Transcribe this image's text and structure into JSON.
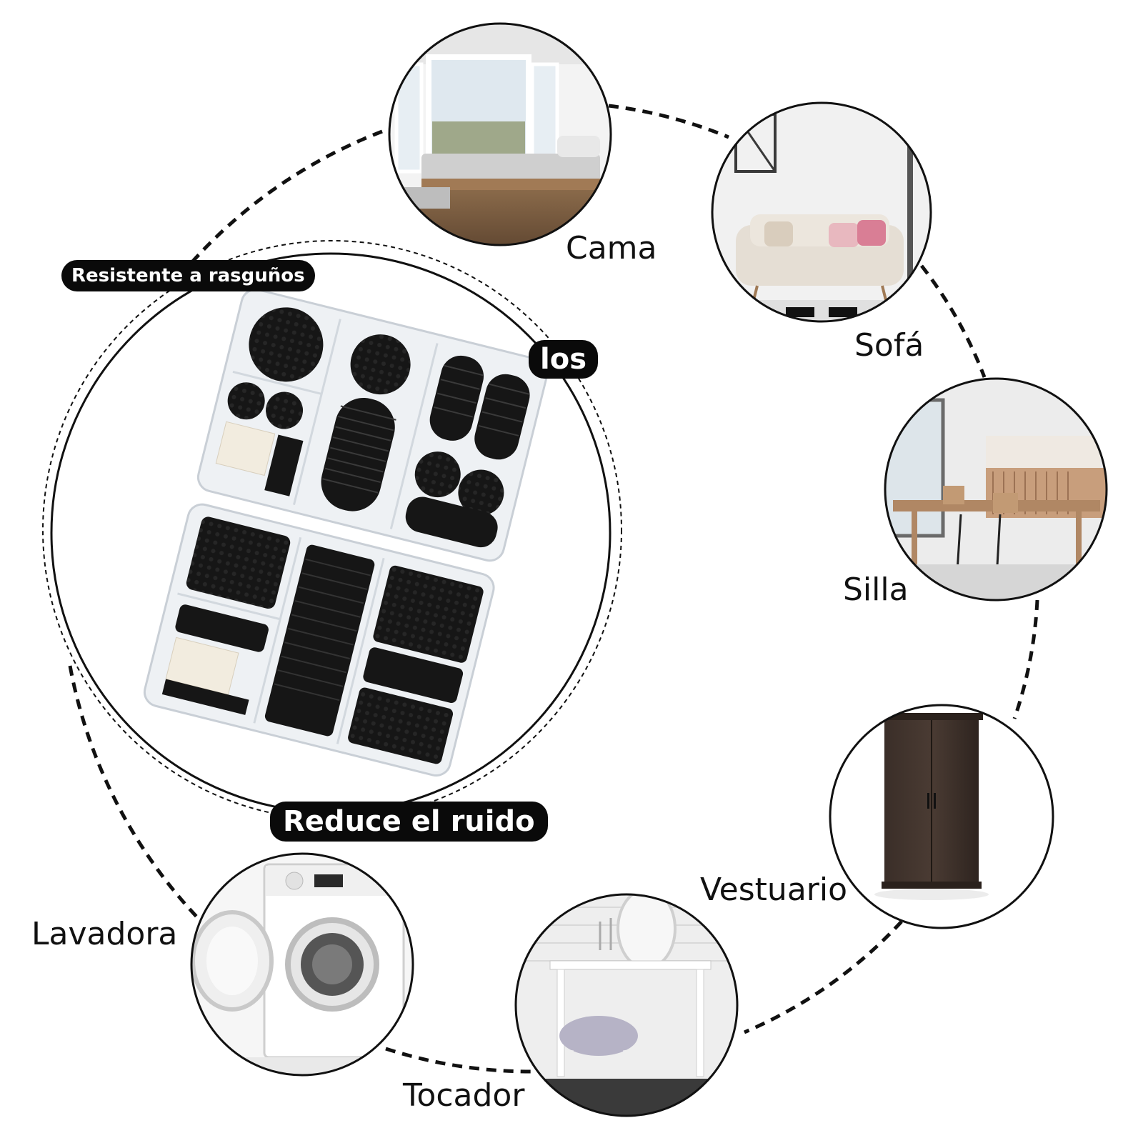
{
  "badges": {
    "scratch_resistant": "Resistente a rasguños",
    "partial_word": "los",
    "noise_reduction": "Reduce el ruido"
  },
  "furniture_labels": {
    "bed": "Cama",
    "sofa": "Sofá",
    "chair": "Silla",
    "wardrobe": "Vestuario",
    "vanity": "Tocador",
    "washer": "Lavadora"
  },
  "colors": {
    "badge_background": "#0a0a0a",
    "badge_text": "#ffffff",
    "pad_black": "#151515",
    "tray_clear": "#eef1f4"
  },
  "icons": [
    "bed-photo",
    "sofa-photo",
    "dining-chair-photo",
    "wardrobe-photo",
    "vanity-photo",
    "washing-machine-photo",
    "rubber-pads-kit"
  ]
}
